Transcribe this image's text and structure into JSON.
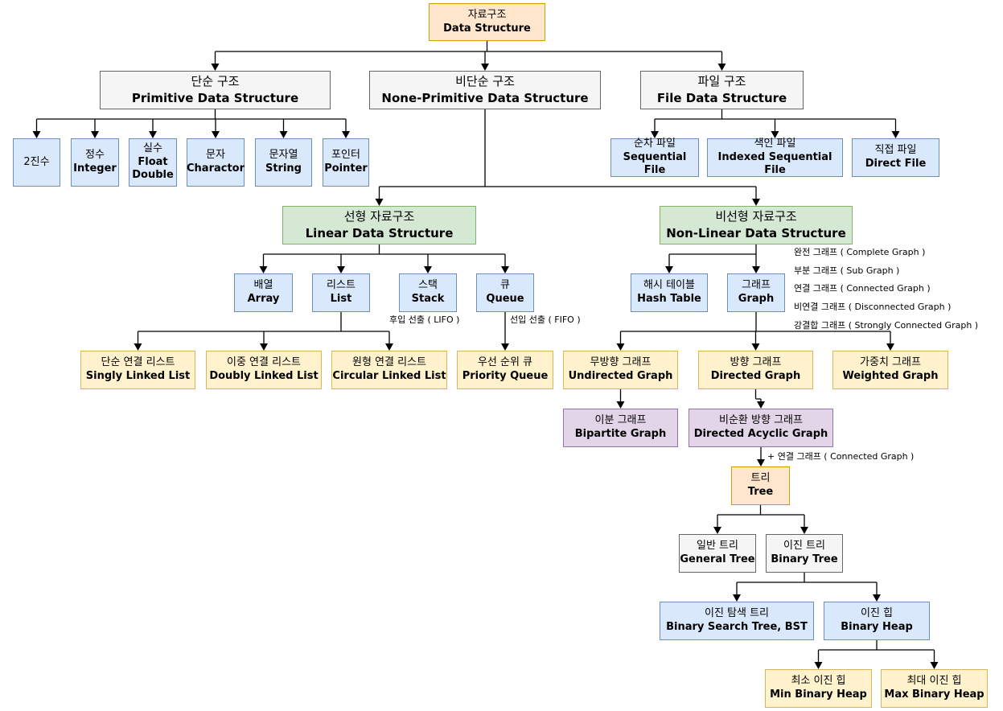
{
  "nodes": {
    "root": {
      "ko": "자료구조",
      "en": "Data Structure"
    },
    "primitive": {
      "ko": "단순 구조",
      "en": "Primitive Data Structure"
    },
    "nonprim": {
      "ko": "비단순 구조",
      "en": "None-Primitive Data Structure"
    },
    "file": {
      "ko": "파일 구조",
      "en": "File Data Structure"
    },
    "binary": {
      "ko": "2진수",
      "en": ""
    },
    "integer": {
      "ko": "정수",
      "en": "Integer"
    },
    "real": {
      "ko": "실수",
      "en": "Float",
      "en2": "Double"
    },
    "char": {
      "ko": "문자",
      "en": "Charactor"
    },
    "string": {
      "ko": "문자열",
      "en": "String"
    },
    "pointer": {
      "ko": "포인터",
      "en": "Pointer"
    },
    "seqfile": {
      "ko": "순차 파일",
      "en": "Sequential File"
    },
    "idxfile": {
      "ko": "색인 파일",
      "en": "Indexed Sequential File"
    },
    "dirfile": {
      "ko": "직접 파일",
      "en": "Direct File"
    },
    "linear": {
      "ko": "선형 자료구조",
      "en": "Linear Data Structure"
    },
    "nonlinear": {
      "ko": "비선형 자료구조",
      "en": "Non-Linear Data Structure"
    },
    "array": {
      "ko": "배열",
      "en": "Array"
    },
    "list": {
      "ko": "리스트",
      "en": "List"
    },
    "stack": {
      "ko": "스택",
      "en": "Stack"
    },
    "queue": {
      "ko": "큐",
      "en": "Queue"
    },
    "hashtable": {
      "ko": "해시 테이블",
      "en": "Hash Table"
    },
    "graph": {
      "ko": "그래프",
      "en": "Graph"
    },
    "singly": {
      "ko": "단순 연결 리스트",
      "en": "Singly Linked List"
    },
    "doubly": {
      "ko": "이중 연결 리스트",
      "en": "Doubly Linked List"
    },
    "circular": {
      "ko": "원형 연결 리스트",
      "en": "Circular Linked List"
    },
    "pqueue": {
      "ko": "우선 순위 큐",
      "en": "Priority Queue"
    },
    "undirected": {
      "ko": "무방향 그래프",
      "en": "Undirected Graph"
    },
    "directed": {
      "ko": "방향 그래프",
      "en": "Directed Graph"
    },
    "weighted": {
      "ko": "가중치 그래프",
      "en": "Weighted Graph"
    },
    "bipartite": {
      "ko": "이분 그래프",
      "en": "Bipartite Graph"
    },
    "dag": {
      "ko": "비순환 방향 그래프",
      "en": "Directed Acyclic Graph"
    },
    "tree": {
      "ko": "트리",
      "en": "Tree"
    },
    "generaltree": {
      "ko": "일반 트리",
      "en": "General Tree"
    },
    "binarytree": {
      "ko": "이진 트리",
      "en": "Binary Tree"
    },
    "bst": {
      "ko": "이진 탐색 트리",
      "en": "Binary Search Tree, BST"
    },
    "heap": {
      "ko": "이진 힙",
      "en": "Binary Heap"
    },
    "minheap": {
      "ko": "최소 이진 힙",
      "en": "Min Binary Heap"
    },
    "maxheap": {
      "ko": "최대 이진 힙",
      "en": "Max Binary Heap"
    }
  },
  "notes": {
    "lifo": "후입 선출 ( LIFO )",
    "fifo": "선입 선출 ( FIFO )",
    "graph_types": [
      "완전 그래프 ( Complete Graph )",
      "부분 그래프 ( Sub Graph )",
      "연결 그래프 ( Connected Graph )",
      "비연결 그래프 ( Disconnected Graph )",
      "강결합 그래프 ( Strongly Connected Graph )"
    ],
    "tree_condition": "+ 연결 그래프 ( Connected Graph )"
  },
  "edges": [
    [
      "root",
      "primitive"
    ],
    [
      "root",
      "nonprim"
    ],
    [
      "root",
      "file"
    ],
    [
      "primitive",
      "binary"
    ],
    [
      "primitive",
      "integer"
    ],
    [
      "primitive",
      "real"
    ],
    [
      "primitive",
      "char"
    ],
    [
      "primitive",
      "string"
    ],
    [
      "primitive",
      "pointer"
    ],
    [
      "file",
      "seqfile"
    ],
    [
      "file",
      "idxfile"
    ],
    [
      "file",
      "dirfile"
    ],
    [
      "nonprim",
      "linear"
    ],
    [
      "nonprim",
      "nonlinear"
    ],
    [
      "linear",
      "array"
    ],
    [
      "linear",
      "list"
    ],
    [
      "linear",
      "stack"
    ],
    [
      "linear",
      "queue"
    ],
    [
      "list",
      "singly"
    ],
    [
      "list",
      "doubly"
    ],
    [
      "list",
      "circular"
    ],
    [
      "queue",
      "pqueue"
    ],
    [
      "nonlinear",
      "hashtable"
    ],
    [
      "nonlinear",
      "graph"
    ],
    [
      "graph",
      "undirected"
    ],
    [
      "graph",
      "directed"
    ],
    [
      "graph",
      "weighted"
    ],
    [
      "undirected",
      "bipartite"
    ],
    [
      "directed",
      "dag"
    ],
    [
      "dag",
      "tree"
    ],
    [
      "tree",
      "generaltree"
    ],
    [
      "tree",
      "binarytree"
    ],
    [
      "binarytree",
      "bst"
    ],
    [
      "binarytree",
      "heap"
    ],
    [
      "heap",
      "minheap"
    ],
    [
      "heap",
      "maxheap"
    ]
  ]
}
